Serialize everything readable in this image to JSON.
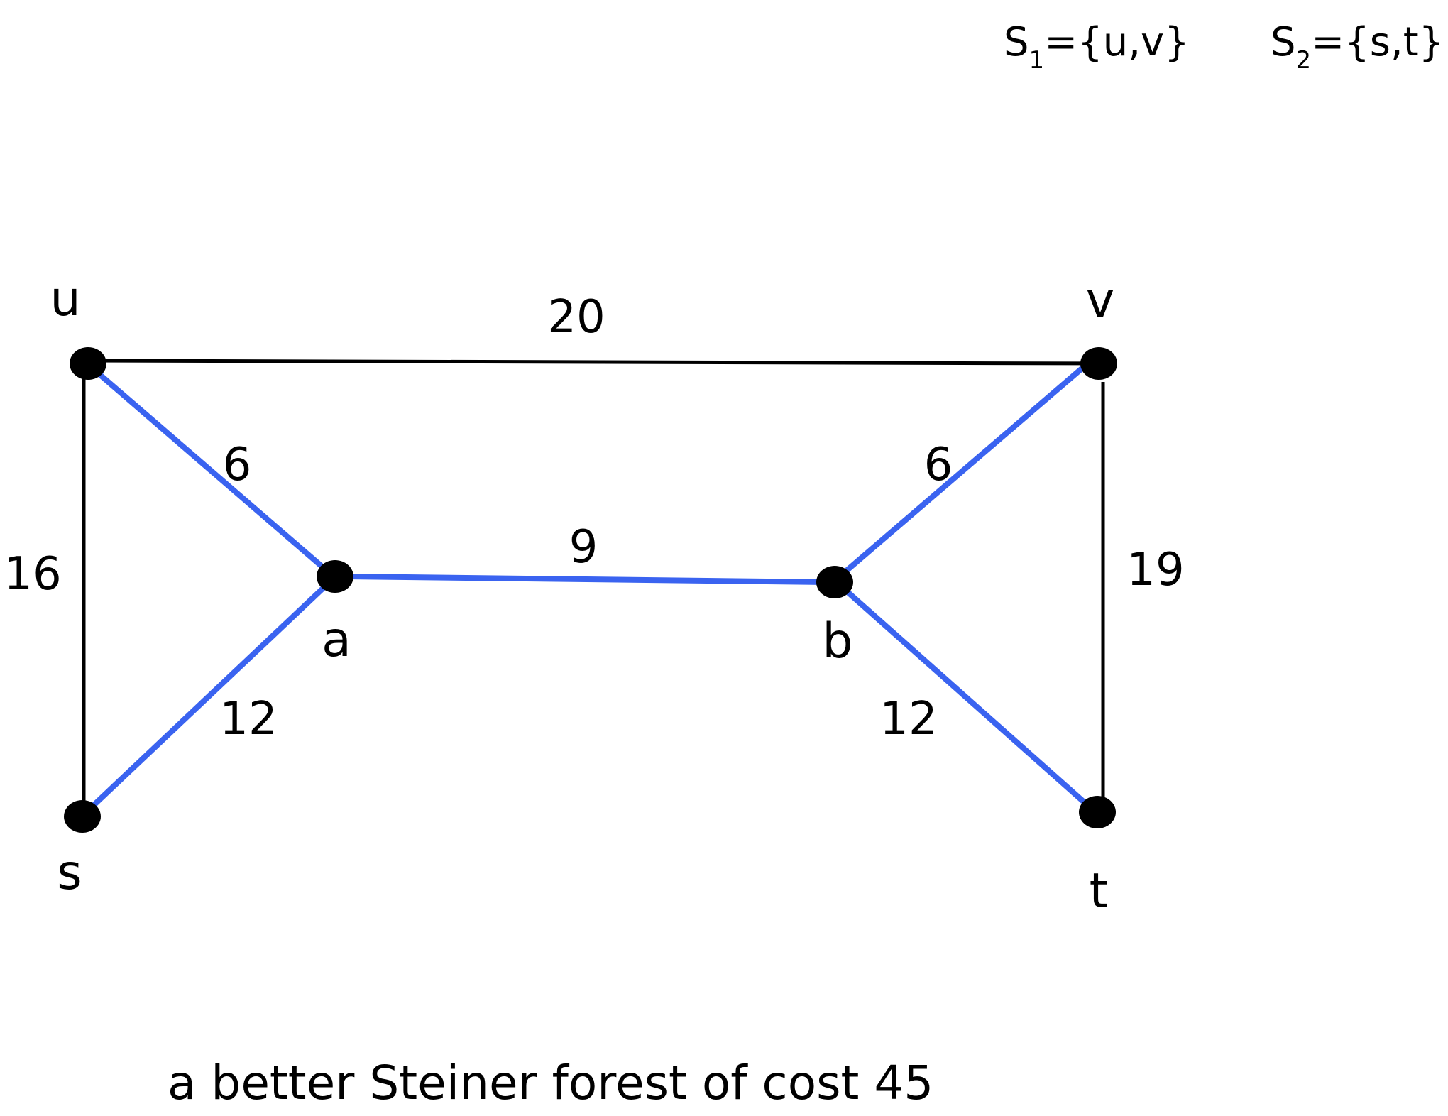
{
  "sets": [
    {
      "letter": "S",
      "sub": "1",
      "rest": "={u,v}"
    },
    {
      "letter": "S",
      "sub": "2",
      "rest": "={s,t}"
    }
  ],
  "nodes": [
    {
      "id": "u",
      "label": "u"
    },
    {
      "id": "v",
      "label": "v"
    },
    {
      "id": "a",
      "label": "a"
    },
    {
      "id": "b",
      "label": "b"
    },
    {
      "id": "s",
      "label": "s"
    },
    {
      "id": "t",
      "label": "t"
    }
  ],
  "edges": [
    {
      "from": "u",
      "to": "v",
      "weight": "20",
      "in_forest": false
    },
    {
      "from": "u",
      "to": "s",
      "weight": "16",
      "in_forest": false
    },
    {
      "from": "v",
      "to": "t",
      "weight": "19",
      "in_forest": false
    },
    {
      "from": "u",
      "to": "a",
      "weight": "6",
      "in_forest": true
    },
    {
      "from": "v",
      "to": "b",
      "weight": "6",
      "in_forest": true
    },
    {
      "from": "a",
      "to": "b",
      "weight": "9",
      "in_forest": true
    },
    {
      "from": "s",
      "to": "a",
      "weight": "12",
      "in_forest": true
    },
    {
      "from": "b",
      "to": "t",
      "weight": "12",
      "in_forest": true
    }
  ],
  "colors": {
    "forest_edge": "#3a63f0",
    "other_edge": "#000000",
    "node": "#000000"
  },
  "caption": "a better Steiner forest of cost 45"
}
